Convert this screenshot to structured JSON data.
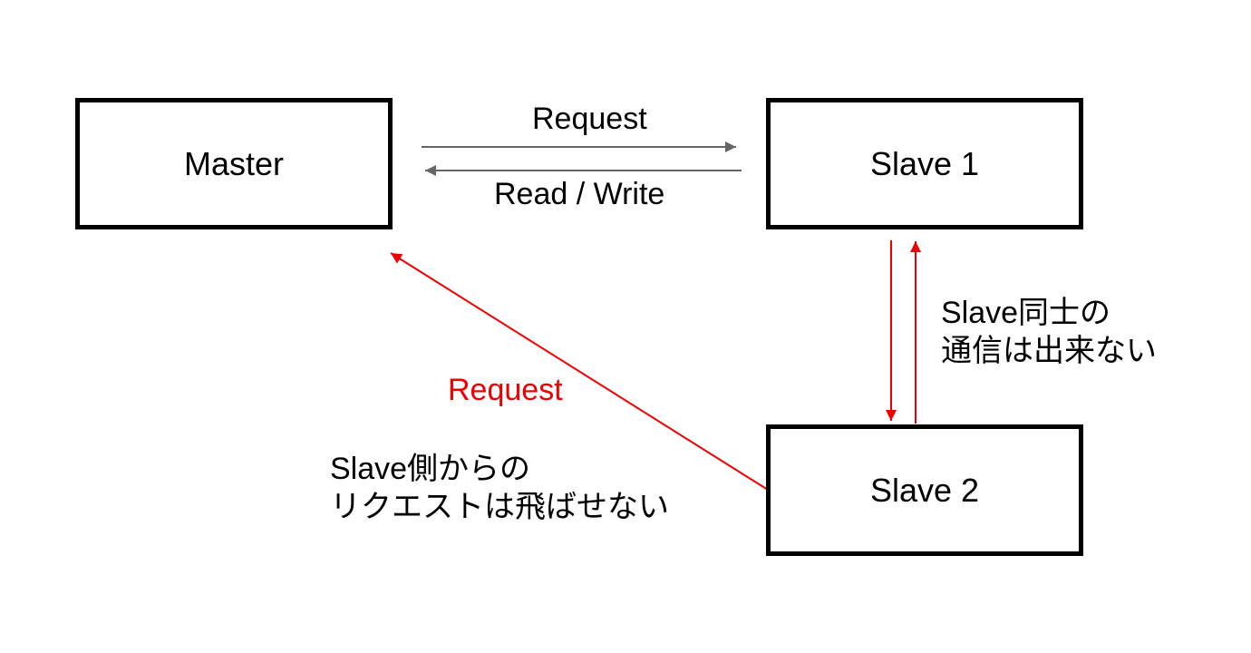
{
  "nodes": {
    "master": "Master",
    "slave1": "Slave 1",
    "slave2": "Slave 2"
  },
  "edges": {
    "request_top": "Request",
    "read_write": "Read / Write",
    "request_red": "Request"
  },
  "notes": {
    "slave_peer": {
      "line1": "Slave同士の",
      "line2": "通信は出来ない"
    },
    "slave_request": {
      "line1": "Slave側からの",
      "line2": "リクエストは飛ばせない"
    }
  },
  "colors": {
    "box_border": "#000000",
    "gray_arrow": "#666666",
    "red_arrow": "#ee0000",
    "text": "#000000"
  }
}
